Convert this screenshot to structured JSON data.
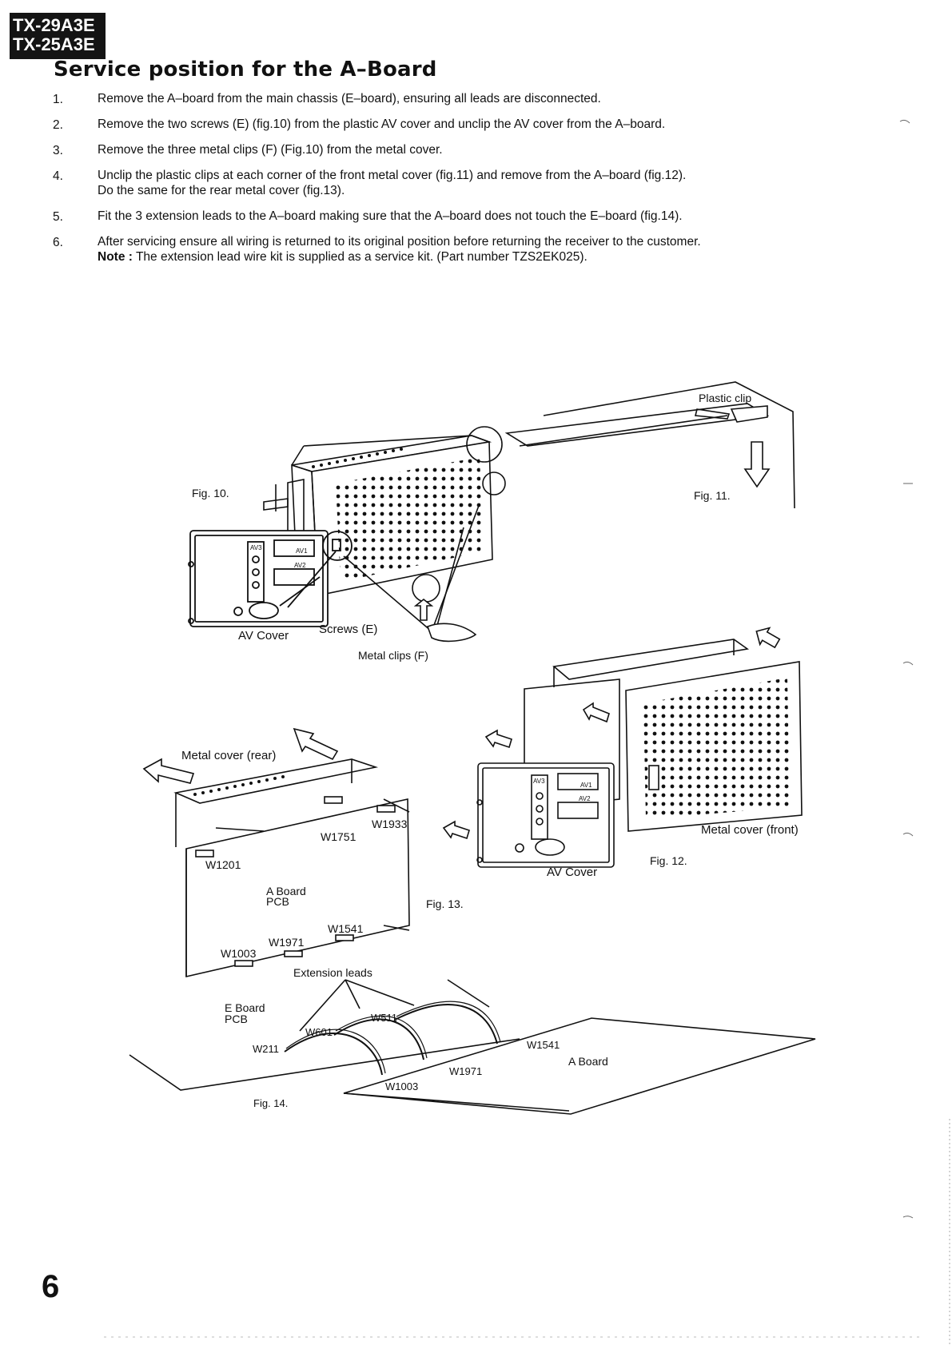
{
  "header": {
    "models": [
      "TX-29A3E",
      "TX-25A3E"
    ],
    "title": "Service position for the A–Board"
  },
  "steps": [
    {
      "num": "1.",
      "lines": [
        "Remove the A–board from the main chassis (E–board), ensuring all leads are disconnected."
      ]
    },
    {
      "num": "2.",
      "lines": [
        "Remove the two screws (E) (fig.10) from the plastic AV cover and unclip the AV cover from the A–board."
      ]
    },
    {
      "num": "3.",
      "lines": [
        "Remove the three metal clips (F) (Fig.10) from the metal cover."
      ]
    },
    {
      "num": "4.",
      "lines": [
        "Unclip the plastic clips at each corner of the front metal cover (fig.11) and remove from the A–board (fig.12).",
        "Do the same for the rear metal cover (fig.13)."
      ]
    },
    {
      "num": "5.",
      "lines": [
        "Fit the 3 extension leads to the A–board making sure that the A–board does not touch the E–board (fig.14)."
      ]
    },
    {
      "num": "6.",
      "lines": [
        "After servicing ensure all wiring is returned to its original position before returning the receiver to the customer."
      ],
      "note_label": "Note :",
      "note_text": " The extension lead wire kit is supplied as a service kit. (Part number TZS2EK025)."
    }
  ],
  "figures": {
    "fig10": {
      "caption": "Fig. 10.",
      "av_cover": "AV Cover",
      "screws": "Screws (E)",
      "metal_clips": "Metal clips (F)",
      "av1": "AV1",
      "av2": "AV2",
      "av3": "AV3"
    },
    "fig11": {
      "caption": "Fig. 11.",
      "plastic_clip": "Plastic clip"
    },
    "fig12": {
      "caption": "Fig. 12.",
      "metal_cover_front": "Metal cover (front)",
      "av_cover": "AV Cover",
      "av1": "AV1",
      "av2": "AV2",
      "av3": "AV3"
    },
    "fig13": {
      "caption": "Fig. 13.",
      "metal_cover_rear": "Metal cover (rear)",
      "a_board": "A Board",
      "pcb": "PCB",
      "w1933": "W1933",
      "w1751": "W1751",
      "w1201": "W1201",
      "w1541": "W1541",
      "w1971": "W1971",
      "w1003": "W1003"
    },
    "fig14": {
      "caption": "Fig. 14.",
      "extension_leads": "Extension leads",
      "e_board": "E Board",
      "pcb": "PCB",
      "a_board": "A Board",
      "w511": "W511",
      "w601": "W601",
      "w211": "W211",
      "w1541": "W1541",
      "w1971": "W1971",
      "w1003": "W1003"
    }
  },
  "footer": {
    "page_number": "6"
  }
}
